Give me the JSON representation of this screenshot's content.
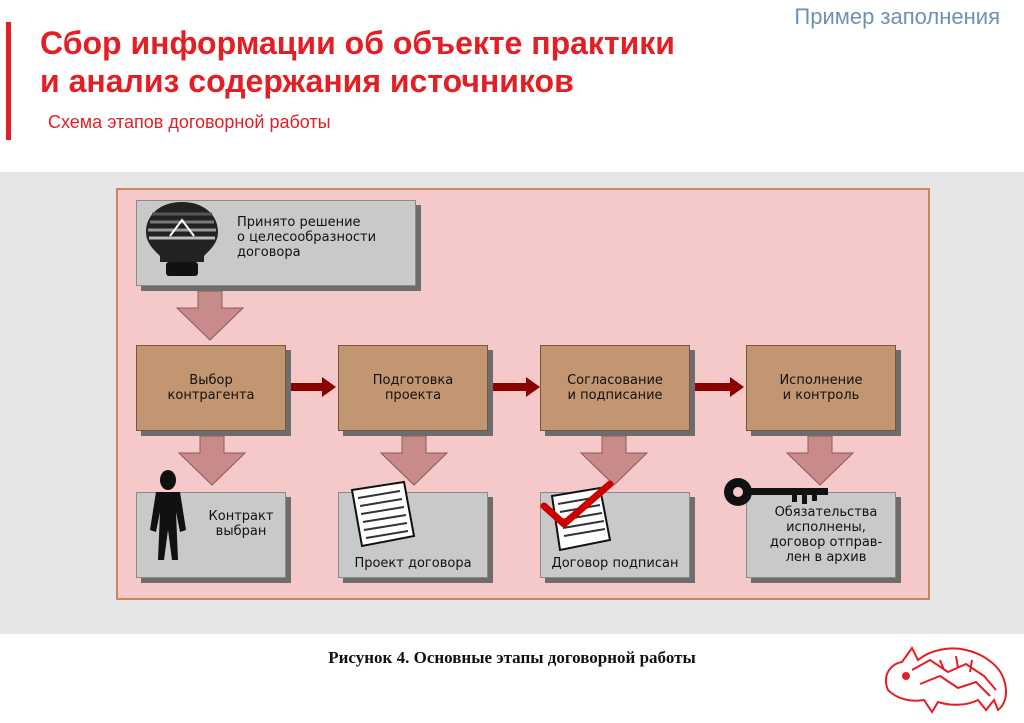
{
  "header": {
    "sample_label": "Пример заполнения",
    "title_line1": "Сбор информации об объекте практики",
    "title_line2": "и анализ содержания источников",
    "subtitle": "Схема этапов договорной работы"
  },
  "diagram": {
    "decision": "Принято решение\nо целесообразности\nдоговора",
    "stages": [
      "Выбор\nконтрагента",
      "Подготовка\nпроекта",
      "Согласование\nи подписание",
      "Исполнение\nи контроль"
    ],
    "results": [
      "Контракт\nвыбран",
      "Проект договора",
      "Договор подписан",
      "Обязательства\nисполнены,\nдоговор отправ-\nлен в архив"
    ]
  },
  "caption": "Рисунок 4. Основные этапы договорной работы",
  "colors": {
    "accent": "#e31e24",
    "diagram_background": "#f5c9c9",
    "stage_box": "#c29670",
    "result_box": "#c9c9c9",
    "down_arrow": "#c98a8a",
    "flow_arrow": "#8b0000"
  }
}
